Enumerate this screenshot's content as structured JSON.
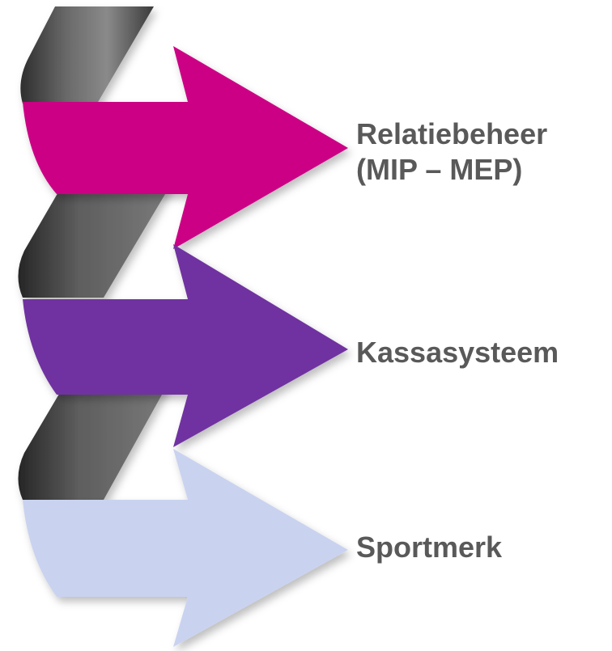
{
  "items": [
    {
      "label_line1": "Relatiebeheer",
      "label_line2": "(MIP – MEP)",
      "color": "#cc0085"
    },
    {
      "label_line1": "Kassasysteem",
      "label_line2": "",
      "color": "#7030a0"
    },
    {
      "label_line1": "Sportmerk",
      "label_line2": "",
      "color": "#c9d3f0"
    }
  ],
  "band_color": "#4a4a4a",
  "text_color": "#595959"
}
